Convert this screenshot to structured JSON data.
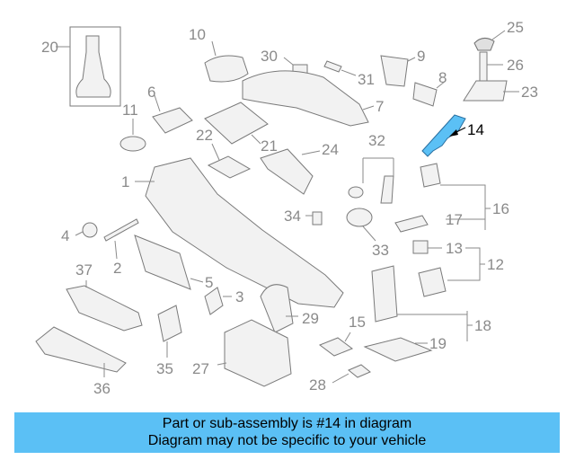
{
  "diagram": {
    "highlight_color": "#5bc0f5",
    "highlighted_part": "14",
    "callouts": [
      {
        "id": "c1",
        "label": "1"
      },
      {
        "id": "c2",
        "label": "2"
      },
      {
        "id": "c3",
        "label": "3"
      },
      {
        "id": "c4",
        "label": "4"
      },
      {
        "id": "c5",
        "label": "5"
      },
      {
        "id": "c6",
        "label": "6"
      },
      {
        "id": "c7",
        "label": "7"
      },
      {
        "id": "c8",
        "label": "8"
      },
      {
        "id": "c9",
        "label": "9"
      },
      {
        "id": "c10",
        "label": "10"
      },
      {
        "id": "c11",
        "label": "11"
      },
      {
        "id": "c12",
        "label": "12"
      },
      {
        "id": "c13",
        "label": "13"
      },
      {
        "id": "c14",
        "label": "14"
      },
      {
        "id": "c15",
        "label": "15"
      },
      {
        "id": "c16",
        "label": "16"
      },
      {
        "id": "c17",
        "label": "17"
      },
      {
        "id": "c18",
        "label": "18"
      },
      {
        "id": "c19",
        "label": "19"
      },
      {
        "id": "c20",
        "label": "20"
      },
      {
        "id": "c21",
        "label": "21"
      },
      {
        "id": "c22",
        "label": "22"
      },
      {
        "id": "c23",
        "label": "23"
      },
      {
        "id": "c24",
        "label": "24"
      },
      {
        "id": "c25",
        "label": "25"
      },
      {
        "id": "c26",
        "label": "26"
      },
      {
        "id": "c27",
        "label": "27"
      },
      {
        "id": "c28",
        "label": "28"
      },
      {
        "id": "c29",
        "label": "29"
      },
      {
        "id": "c30",
        "label": "30"
      },
      {
        "id": "c31",
        "label": "31"
      },
      {
        "id": "c32",
        "label": "32"
      },
      {
        "id": "c33",
        "label": "33"
      },
      {
        "id": "c34",
        "label": "34"
      },
      {
        "id": "c35",
        "label": "35"
      },
      {
        "id": "c36",
        "label": "36"
      },
      {
        "id": "c37",
        "label": "37"
      }
    ]
  },
  "footer": {
    "line1": "Part or sub-assembly is #14 in diagram",
    "line2": "Diagram may not be specific to your vehicle",
    "background": "#5bc0f5"
  }
}
